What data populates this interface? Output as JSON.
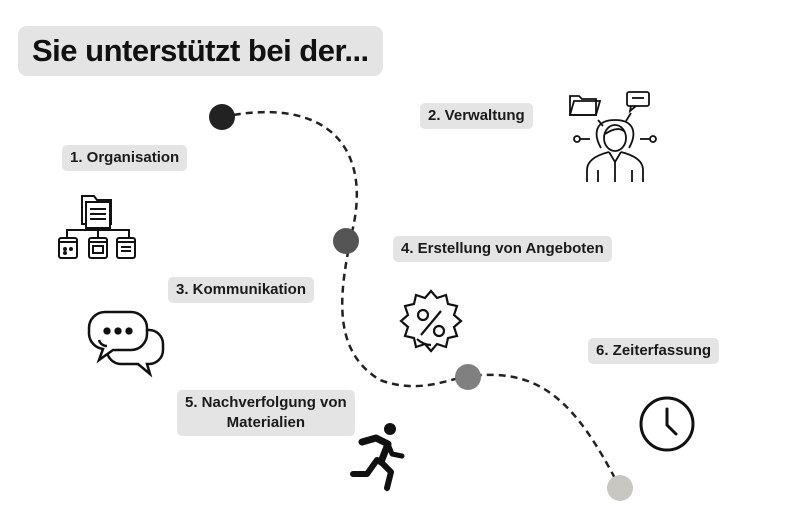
{
  "title": "Sie unterstützt bei der...",
  "steps": [
    {
      "label": "1. Organisation",
      "icon": "org-chart-folders-icon"
    },
    {
      "label": "2. Verwaltung",
      "icon": "person-with-folder-and-chat-icon"
    },
    {
      "label": "3. Kommunikation",
      "icon": "chat-bubbles-icon"
    },
    {
      "label": "4. Erstellung von Angeboten",
      "icon": "percent-badge-icon"
    },
    {
      "label_line1": "5. Nachverfolgung von",
      "label_line2": "Materialien",
      "icon": "running-person-icon"
    },
    {
      "label": "6. Zeiterfassung",
      "icon": "clock-icon"
    }
  ],
  "path_node_colors": [
    "#222222",
    "#555555",
    "#808080",
    "#c8c8c0"
  ]
}
